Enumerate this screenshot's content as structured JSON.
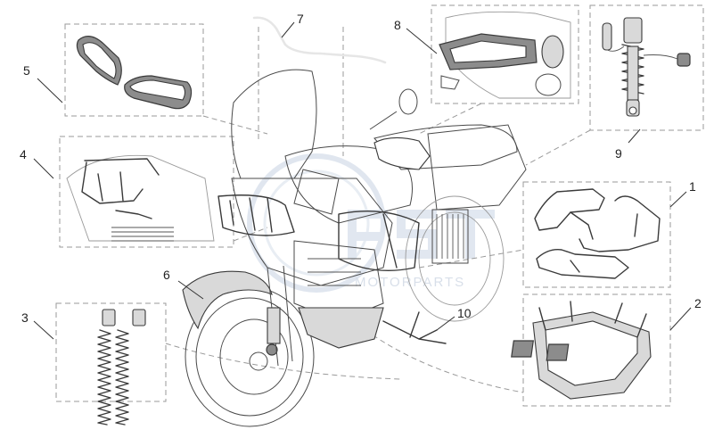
{
  "callouts": {
    "c1": "1",
    "c2": "2",
    "c3": "3",
    "c4": "4",
    "c5": "5",
    "c6": "6",
    "c7": "7",
    "c8": "8",
    "c9": "9",
    "c10": "10"
  },
  "watermark": {
    "text": "MOTORPARTS",
    "color": "#b9c6d8"
  },
  "colors": {
    "line": "#3a3a3a",
    "dashed_box": "#9a9a9a",
    "watermark_blue": "#b9c6d8"
  }
}
